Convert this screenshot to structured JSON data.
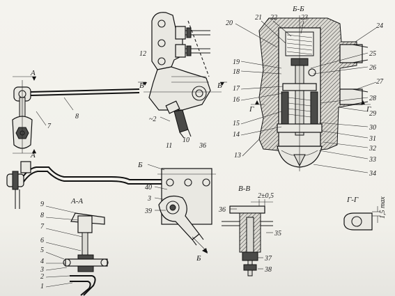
{
  "sections": {
    "a_a_top": "А",
    "a_a_bottom": "А",
    "v_right": "В",
    "v_left": "В",
    "b_b_title": "Б-Б",
    "b_arrow_top": "Б",
    "b_arrow_bottom": "Б",
    "g_left": "Г",
    "g_right": "Г",
    "view_a_a": "А-А",
    "view_v_v": "В-В",
    "view_g_g": "Г-Г"
  },
  "dimensions": {
    "approx_2": "~2",
    "gap_2_0_5": "2±0,5",
    "max_1_5": "1,5 max"
  },
  "callouts": {
    "n1": "1",
    "n2": "2",
    "n3": "3",
    "n4": "4",
    "n5": "5",
    "n6": "6",
    "n7": "7",
    "n8": "8",
    "n9": "9",
    "n10": "10",
    "n11": "11",
    "n12": "12",
    "n13": "13",
    "n14": "14",
    "n15": "15",
    "n16": "16",
    "n17": "17",
    "n18": "18",
    "n19": "19",
    "n20": "20",
    "n21": "21",
    "n22": "22",
    "n23": "23",
    "n24": "24",
    "n25": "25",
    "n26": "26",
    "n27": "27",
    "n28": "28",
    "n29": "29",
    "n30": "30",
    "n31": "31",
    "n32": "32",
    "n33": "33",
    "n34": "34",
    "n35": "35",
    "n36": "36",
    "n37": "37",
    "n38": "38",
    "n39": "39",
    "n40": "40",
    "n3b": "3",
    "n7b": "7",
    "n36b": "36"
  }
}
